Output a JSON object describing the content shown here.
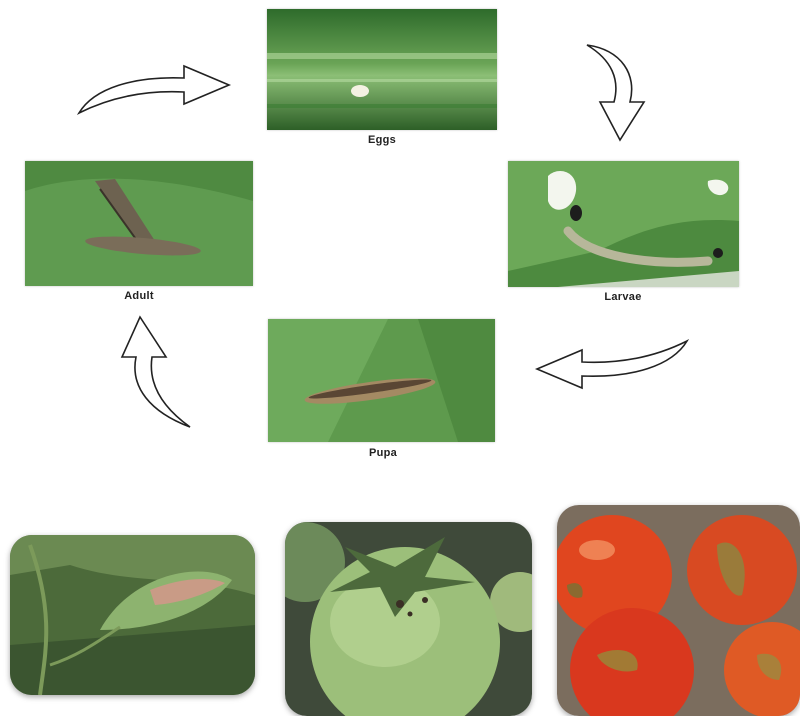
{
  "lifecycle": {
    "stages": [
      {
        "id": "eggs",
        "label": "Eggs"
      },
      {
        "id": "larvae",
        "label": "Larvae"
      },
      {
        "id": "pupa",
        "label": "Pupa"
      },
      {
        "id": "adult",
        "label": "Adult"
      }
    ]
  },
  "colors": {
    "leaf_dark": "#2f6a2a",
    "leaf_light": "#6fa85a",
    "tomato_red": "#d9381e",
    "tomato_green": "#8fb36a",
    "arrow_stroke": "#222222"
  }
}
